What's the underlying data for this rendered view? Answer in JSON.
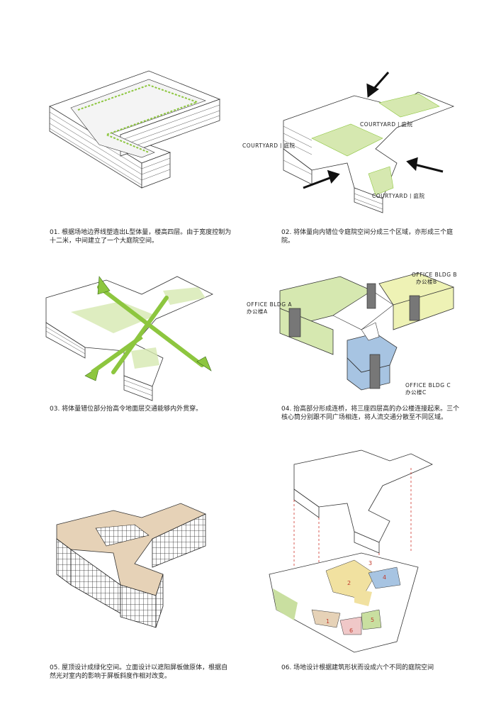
{
  "colors": {
    "green": "#8dc63f",
    "light_green": "#d6e8b0",
    "yellow": "#eef2b5",
    "blue": "#a7c4e2",
    "tan": "#e6d2b7",
    "core": "#777777",
    "red_dash": "#d0342c",
    "stroke": "#333333"
  },
  "panels": [
    {
      "caption": "01. 根据场地边界线塑造出L型体量，楼高四层。由于宽度控制为十二米，中间建立了一个大庭院空间。"
    },
    {
      "caption": "02. 将体量向内错位令庭院空间分成三个区域，亦形成三个庭院。",
      "labels": [
        "COURTYARD丨庭院",
        "COURTYARD丨庭院",
        "COURTYARD丨庭院"
      ]
    },
    {
      "caption": "03. 将体量错位部分抬高令地面层交通能够内外贯穿。"
    },
    {
      "caption": "04. 抬高部分形成连桥，将三座四层高的办公楼连接起来。三个核心筒分别跟不同广场相连，将人流交通分散至不同区域。",
      "labels": [
        {
          "en": "OFFICE BLDG B",
          "cn": "办公楼B"
        },
        {
          "en": "OFFICE BLDG A",
          "cn": "办公楼A"
        },
        {
          "en": "OFFICE BLDG C",
          "cn": "办公楼C"
        }
      ]
    },
    {
      "caption": "05. 屋顶设计成绿化空间。立面设计以遮阳屏板做原体，根据自然光对室内的影响于屏板斜度作相对改变。"
    },
    {
      "caption": "06. 场地设计根据建筑形状而设成六个不同的庭院空间",
      "numbers": [
        "1",
        "2",
        "3",
        "4",
        "5",
        "6"
      ]
    }
  ]
}
